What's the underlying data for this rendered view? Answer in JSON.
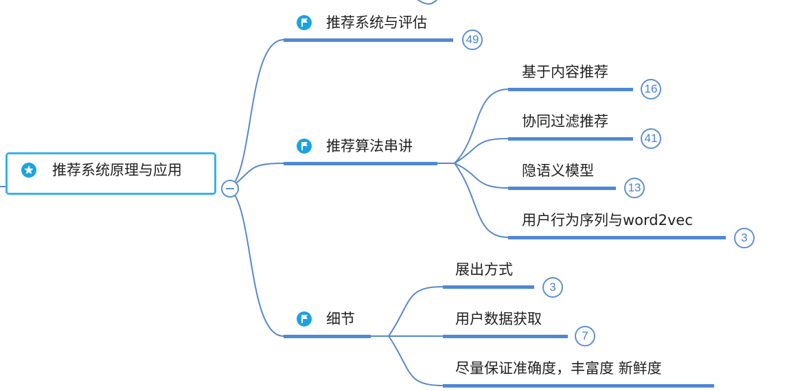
{
  "root": {
    "label": "推荐系统原理与应用",
    "icon": "star-icon"
  },
  "colors": {
    "line": "#5588cc",
    "underline": "#4f88d4",
    "root_border": "#35b3e8",
    "icon": "#1aa3e0"
  },
  "branches": [
    {
      "label": "推荐系统与评估",
      "icon": "flag-icon",
      "count": "49"
    },
    {
      "label": "推荐算法串讲",
      "icon": "flag-icon",
      "children": [
        {
          "label": "基于内容推荐",
          "count": "16"
        },
        {
          "label": "协同过滤推荐",
          "count": "41"
        },
        {
          "label": "隐语义模型",
          "count": "13"
        },
        {
          "label": "用户行为序列与word2vec",
          "count": "3"
        }
      ]
    },
    {
      "label": "细节",
      "icon": "flag-icon",
      "children": [
        {
          "label": "展出方式",
          "count": "3"
        },
        {
          "label": "用户数据获取",
          "count": "7"
        },
        {
          "label": "尽量保证准确度，丰富度   新鲜度"
        }
      ]
    }
  ]
}
